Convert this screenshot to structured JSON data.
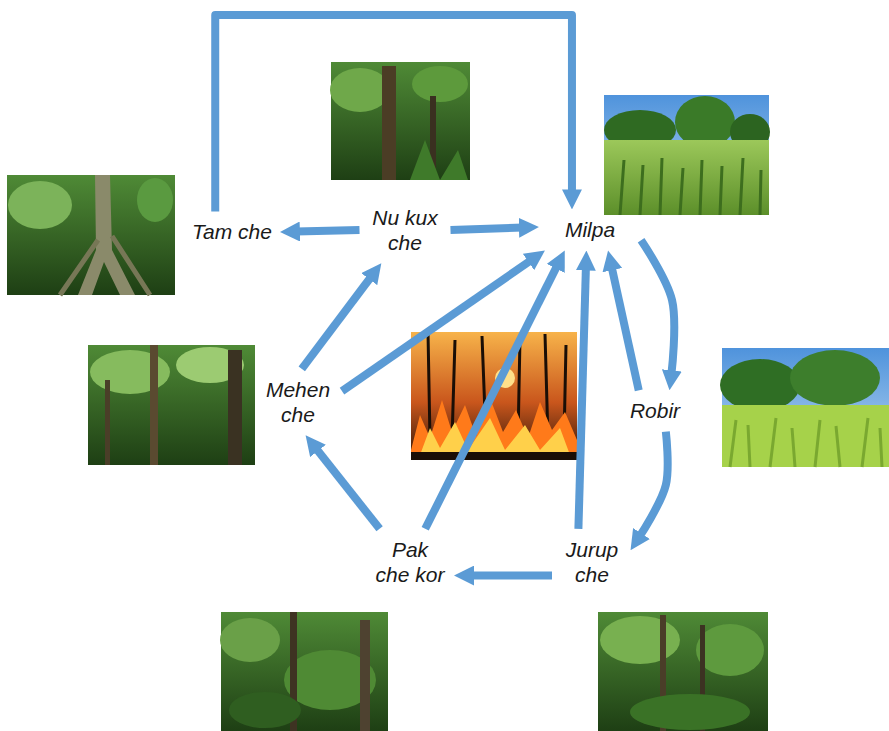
{
  "diagram": {
    "nodes": [
      {
        "text": [
          "Tam che"
        ]
      },
      {
        "text": [
          "Nu kux che"
        ]
      },
      {
        "text": [
          "Milpa"
        ]
      },
      {
        "text": [
          "Mehen che"
        ]
      },
      {
        "text": [
          "Robir"
        ]
      },
      {
        "text": [
          "Pak che kor"
        ]
      },
      {
        "text": [
          "Jurup che"
        ]
      }
    ],
    "edges": [
      {
        "from": 1,
        "to": 0,
        "arrow": "to"
      },
      {
        "from": 0,
        "to": 2,
        "arrow": "to"
      },
      {
        "from": 1,
        "to": 2,
        "arrow": "to"
      },
      {
        "from": 2,
        "to": 4,
        "arrow": "to"
      },
      {
        "from": 4,
        "to": 2,
        "arrow": "to"
      },
      {
        "from": 4,
        "to": 6,
        "arrow": "to"
      },
      {
        "from": 6,
        "to": 5,
        "arrow": "to"
      },
      {
        "from": 5,
        "to": 3,
        "arrow": "to"
      },
      {
        "from": 3,
        "to": 1,
        "arrow": "to"
      },
      {
        "from": 3,
        "to": 2,
        "arrow": "to"
      },
      {
        "from": 5,
        "to": 2,
        "arrow": "to"
      },
      {
        "from": 6,
        "to": 2,
        "arrow": "to"
      }
    ]
  }
}
